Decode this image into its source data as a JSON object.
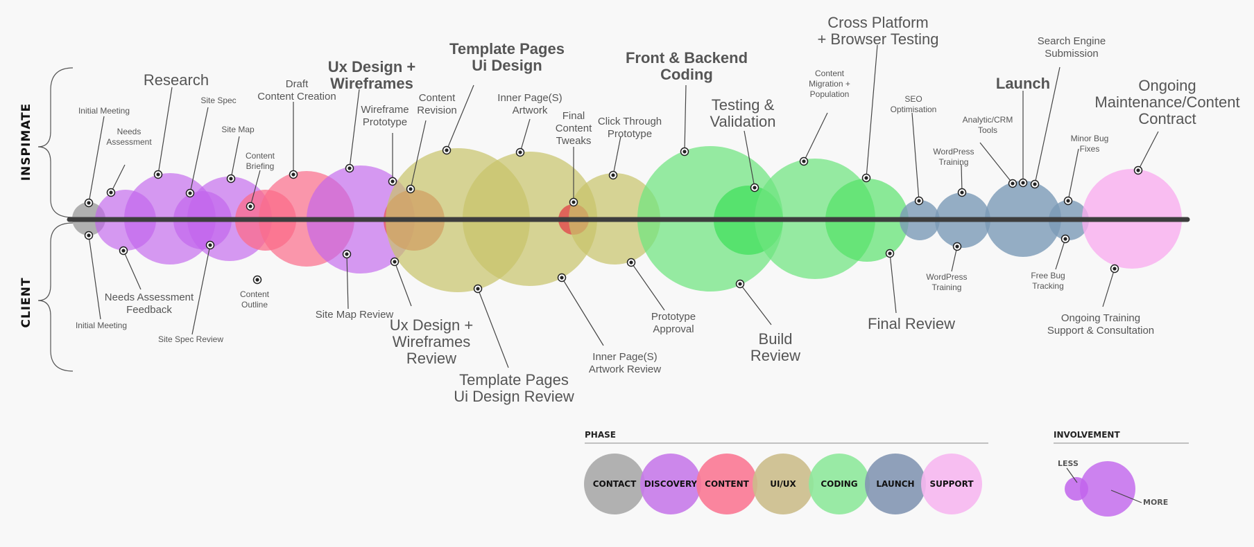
{
  "sides": {
    "top": "INSPIMATE",
    "bottom": "CLIENT"
  },
  "colors": {
    "contact": "#a3a3a3",
    "discovery": "#c164ec",
    "content": "#fb6c8a",
    "uiux": "#cbc66f",
    "coding": "#6fe47f",
    "launch": "#7b9ab7",
    "support": "#f9aeef",
    "axis": "#3d3d3d"
  },
  "phase_legend": {
    "title": "PHASE",
    "items": [
      {
        "key": "contact",
        "label": "CONTACT",
        "color": "#a9a8a8"
      },
      {
        "key": "discovery",
        "label": "DISCOVERY",
        "color": "#c67ae9"
      },
      {
        "key": "content",
        "label": "CONTENT",
        "color": "#f97894"
      },
      {
        "key": "uiux",
        "label": "UI/UX",
        "color": "#cbbd8b"
      },
      {
        "key": "coding",
        "label": "CODING",
        "color": "#8ee89b"
      },
      {
        "key": "launch",
        "label": "LAUNCH",
        "color": "#8396b3"
      },
      {
        "key": "support",
        "label": "SUPPORT",
        "color": "#f6b7ef"
      }
    ]
  },
  "involvement_legend": {
    "title": "INVOLVEMENT",
    "less": "LESS",
    "more": "MORE"
  },
  "labels": [
    {
      "id": "initial-meeting-top",
      "lines": [
        "Initial Meeting"
      ],
      "size": "small"
    },
    {
      "id": "needs-assessment",
      "lines": [
        "Needs",
        "Assessment"
      ],
      "size": "small"
    },
    {
      "id": "research",
      "lines": [
        "Research"
      ],
      "size": "big"
    },
    {
      "id": "site-spec",
      "lines": [
        "Site Spec"
      ],
      "size": "small"
    },
    {
      "id": "site-map",
      "lines": [
        "Site Map"
      ],
      "size": "small"
    },
    {
      "id": "content-briefing",
      "lines": [
        "Content",
        "Briefing"
      ],
      "size": "small"
    },
    {
      "id": "draft-content-creation",
      "lines": [
        "Draft",
        "Content Creation"
      ],
      "size": "med"
    },
    {
      "id": "ux-design-wireframes",
      "lines": [
        "Ux Design +",
        "Wireframes"
      ],
      "size": "big",
      "bold": true
    },
    {
      "id": "wireframe-prototype",
      "lines": [
        "Wireframe",
        "Prototype"
      ],
      "size": "med"
    },
    {
      "id": "content-revision",
      "lines": [
        "Content",
        "Revision"
      ],
      "size": "med"
    },
    {
      "id": "template-pages-ui-design",
      "lines": [
        "Template Pages",
        "Ui Design"
      ],
      "size": "big",
      "bold": true
    },
    {
      "id": "inner-pages-artwork",
      "lines": [
        "Inner Page(S)",
        "Artwork"
      ],
      "size": "med"
    },
    {
      "id": "final-content-tweaks",
      "lines": [
        "Final",
        "Content",
        "Tweaks"
      ],
      "size": "med"
    },
    {
      "id": "click-through-prototype",
      "lines": [
        "Click Through",
        "Prototype"
      ],
      "size": "med"
    },
    {
      "id": "front-backend-coding",
      "lines": [
        "Front & Backend",
        "Coding"
      ],
      "size": "big",
      "bold": true
    },
    {
      "id": "testing-validation",
      "lines": [
        "Testing &",
        "Validation"
      ],
      "size": "big"
    },
    {
      "id": "content-migration",
      "lines": [
        "Content",
        "Migration +",
        "Population"
      ],
      "size": "small"
    },
    {
      "id": "cross-platform-testing",
      "lines": [
        "Cross Platform",
        "+ Browser Testing"
      ],
      "size": "big"
    },
    {
      "id": "seo-optimisation",
      "lines": [
        "SEO",
        "Optimisation"
      ],
      "size": "small"
    },
    {
      "id": "wordpress-training-top",
      "lines": [
        "WordPress",
        "Training"
      ],
      "size": "small"
    },
    {
      "id": "analytic-crm-tools",
      "lines": [
        "Analytic/CRM",
        "Tools"
      ],
      "size": "small"
    },
    {
      "id": "launch",
      "lines": [
        "Launch"
      ],
      "size": "big",
      "bold": true
    },
    {
      "id": "search-engine-submission",
      "lines": [
        "Search Engine",
        "Submission"
      ],
      "size": "med"
    },
    {
      "id": "minor-bug-fixes",
      "lines": [
        "Minor Bug",
        "Fixes"
      ],
      "size": "small"
    },
    {
      "id": "ongoing-maintenance",
      "lines": [
        "Ongoing",
        "Maintenance/Content",
        "Contract"
      ],
      "size": "big"
    },
    {
      "id": "initial-meeting-bottom",
      "lines": [
        "Initial Meeting"
      ],
      "size": "small"
    },
    {
      "id": "needs-assessment-feedback",
      "lines": [
        "Needs Assessment",
        "Feedback"
      ],
      "size": "med"
    },
    {
      "id": "site-spec-review",
      "lines": [
        "Site Spec Review"
      ],
      "size": "small"
    },
    {
      "id": "content-outline",
      "lines": [
        "Content",
        "Outline"
      ],
      "size": "small"
    },
    {
      "id": "site-map-review",
      "lines": [
        "Site Map Review"
      ],
      "size": "med"
    },
    {
      "id": "ux-design-wireframes-review",
      "lines": [
        "Ux Design +",
        "Wireframes",
        "Review"
      ],
      "size": "big"
    },
    {
      "id": "template-pages-ui-design-review",
      "lines": [
        "Template Pages",
        "Ui Design Review"
      ],
      "size": "big"
    },
    {
      "id": "inner-pages-artwork-review",
      "lines": [
        "Inner Page(S)",
        "Artwork Review"
      ],
      "size": "med"
    },
    {
      "id": "prototype-approval",
      "lines": [
        "Prototype",
        "Approval"
      ],
      "size": "med"
    },
    {
      "id": "build-review",
      "lines": [
        "Build",
        "Review"
      ],
      "size": "big"
    },
    {
      "id": "final-review",
      "lines": [
        "Final Review"
      ],
      "size": "big"
    },
    {
      "id": "wordpress-training-bottom",
      "lines": [
        "WordPress",
        "Training"
      ],
      "size": "small"
    },
    {
      "id": "free-bug-tracking",
      "lines": [
        "Free Bug",
        "Tracking"
      ],
      "size": "small"
    },
    {
      "id": "ongoing-training-support",
      "lines": [
        "Ongoing Training",
        "Support & Consultation"
      ],
      "size": "med"
    }
  ]
}
